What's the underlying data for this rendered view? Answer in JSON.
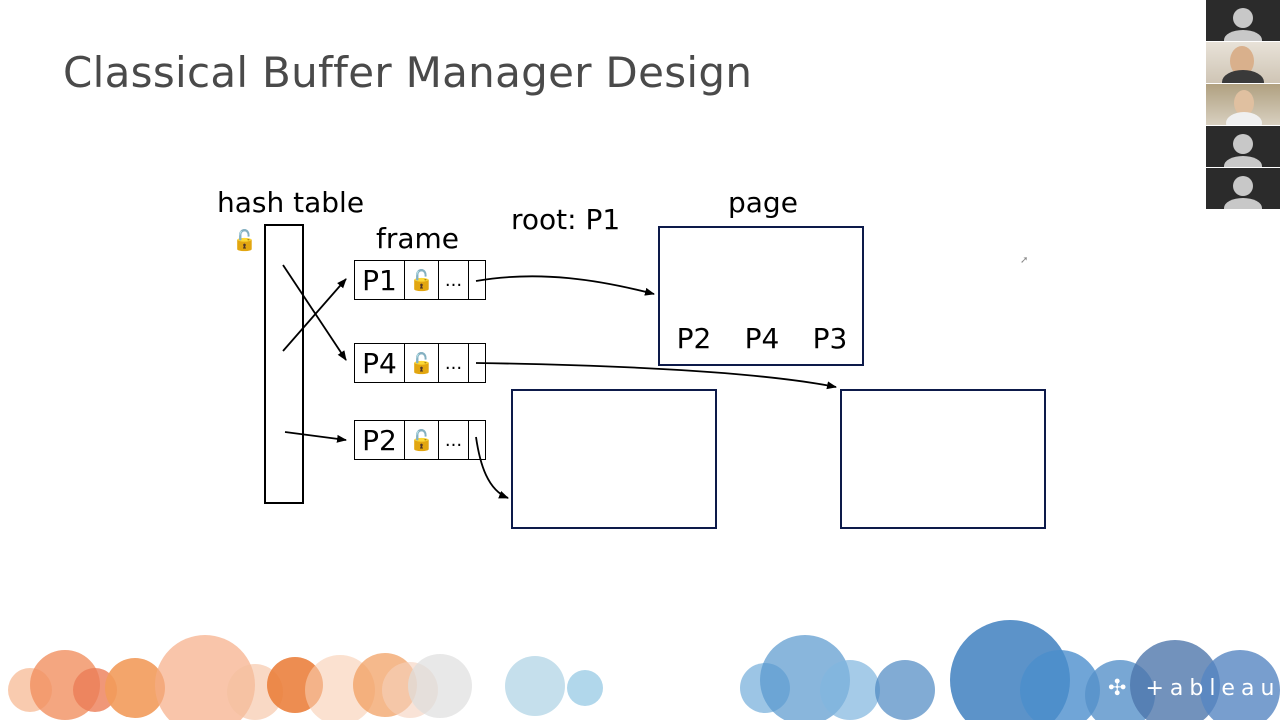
{
  "slide": {
    "title": "Classical Buffer Manager Design"
  },
  "diagram": {
    "hash_table_label": "hash table",
    "frame_label": "frame",
    "root_label": "root: P1",
    "page_label": "page",
    "lock_glyph": "🔓",
    "dots": "...",
    "frames": [
      {
        "id": "P1"
      },
      {
        "id": "P4"
      },
      {
        "id": "P2"
      }
    ],
    "root_page_children": [
      "P2",
      "P4",
      "P3"
    ]
  },
  "branding": {
    "logo_text": "+ableau",
    "logo_mark": "✣",
    "warm_color": "#f0824a",
    "cool_color": "#2d73b8"
  },
  "participants": [
    {
      "type": "placeholder"
    },
    {
      "type": "video"
    },
    {
      "type": "video"
    },
    {
      "type": "placeholder"
    },
    {
      "type": "placeholder"
    }
  ]
}
